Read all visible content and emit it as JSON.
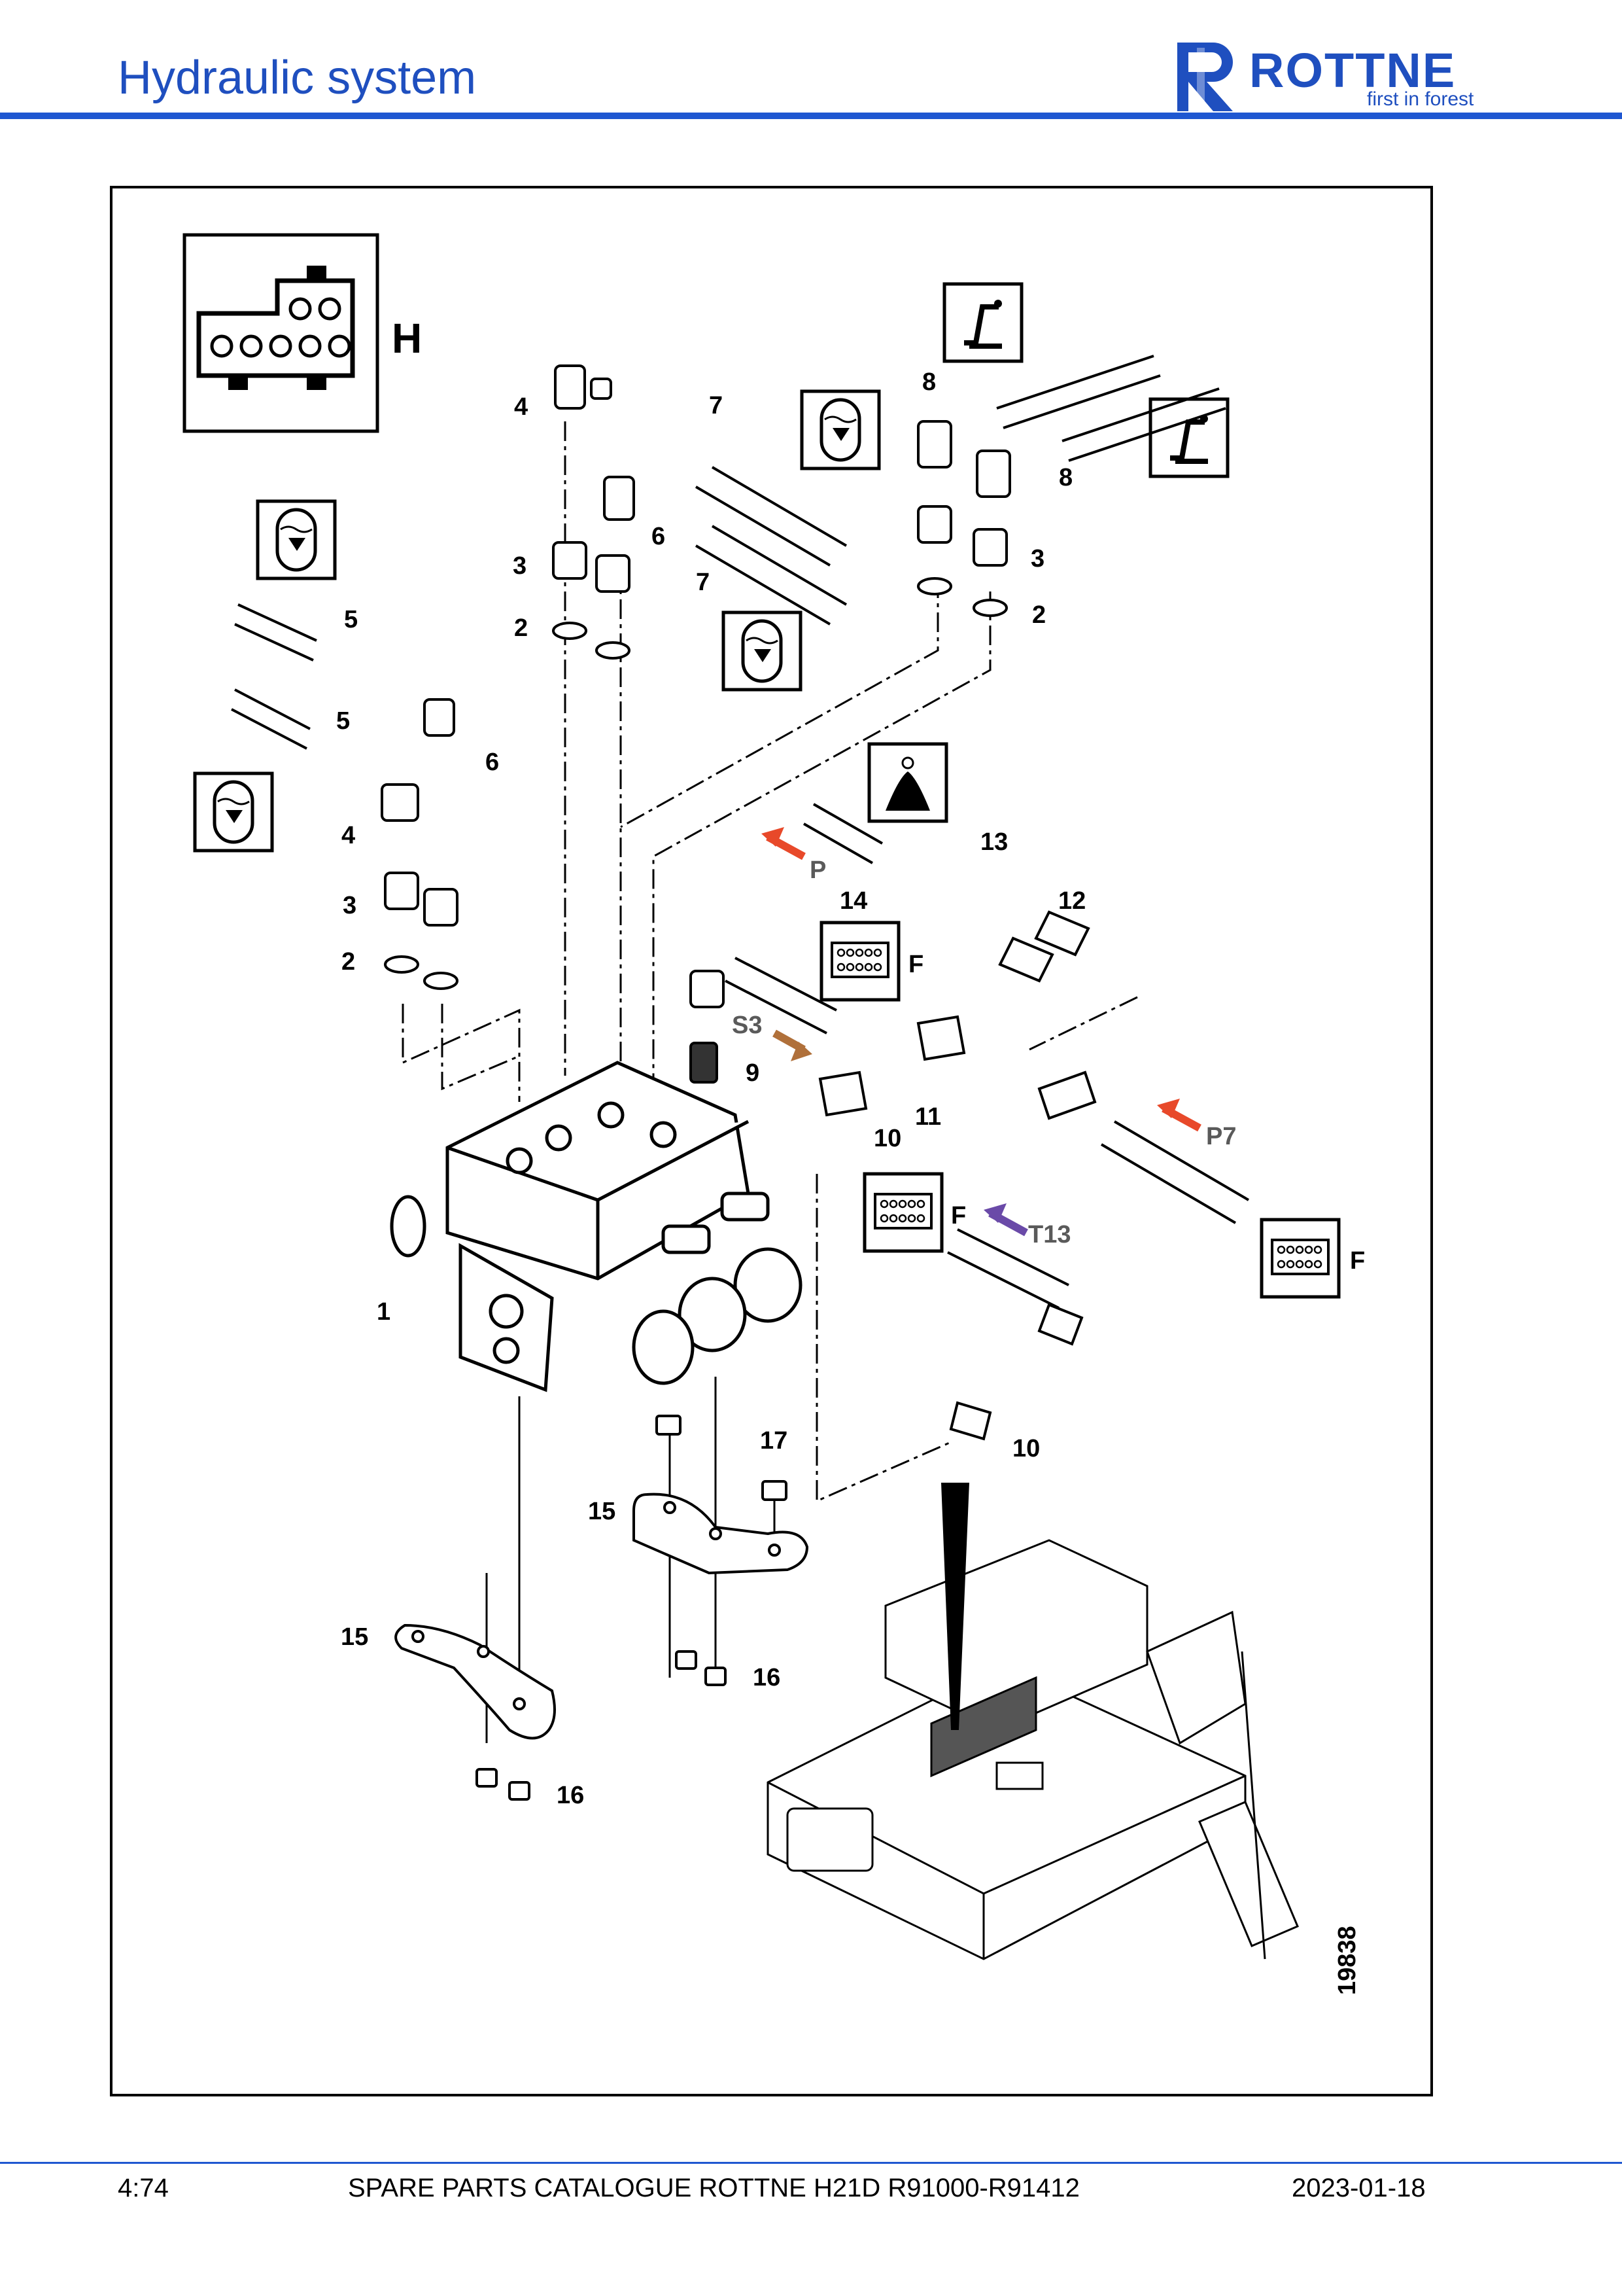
{
  "header": {
    "title": "Hydraulic system",
    "logo_word": "ROTTNE",
    "logo_tagline": "first in forest"
  },
  "diagram": {
    "drawing_number": "19838",
    "symbol_letters": {
      "H": "H",
      "F": "F"
    },
    "flow_labels": {
      "P": "P",
      "S3": "S3",
      "P7": "P7",
      "T13": "T13"
    },
    "callouts": [
      "1",
      "2",
      "3",
      "4",
      "5",
      "6",
      "7",
      "8",
      "9",
      "10",
      "11",
      "12",
      "13",
      "14",
      "15",
      "16",
      "17"
    ],
    "colors": {
      "pressure_arrow": "#e8492a",
      "s3_arrow": "#b0703a",
      "t13_arrow": "#6a4aa8",
      "brand_blue": "#1f4fbf"
    }
  },
  "footer": {
    "page": "4:74",
    "catalogue": "SPARE PARTS CATALOGUE ROTTNE H21D R91000-R91412",
    "date": "2023-01-18"
  }
}
